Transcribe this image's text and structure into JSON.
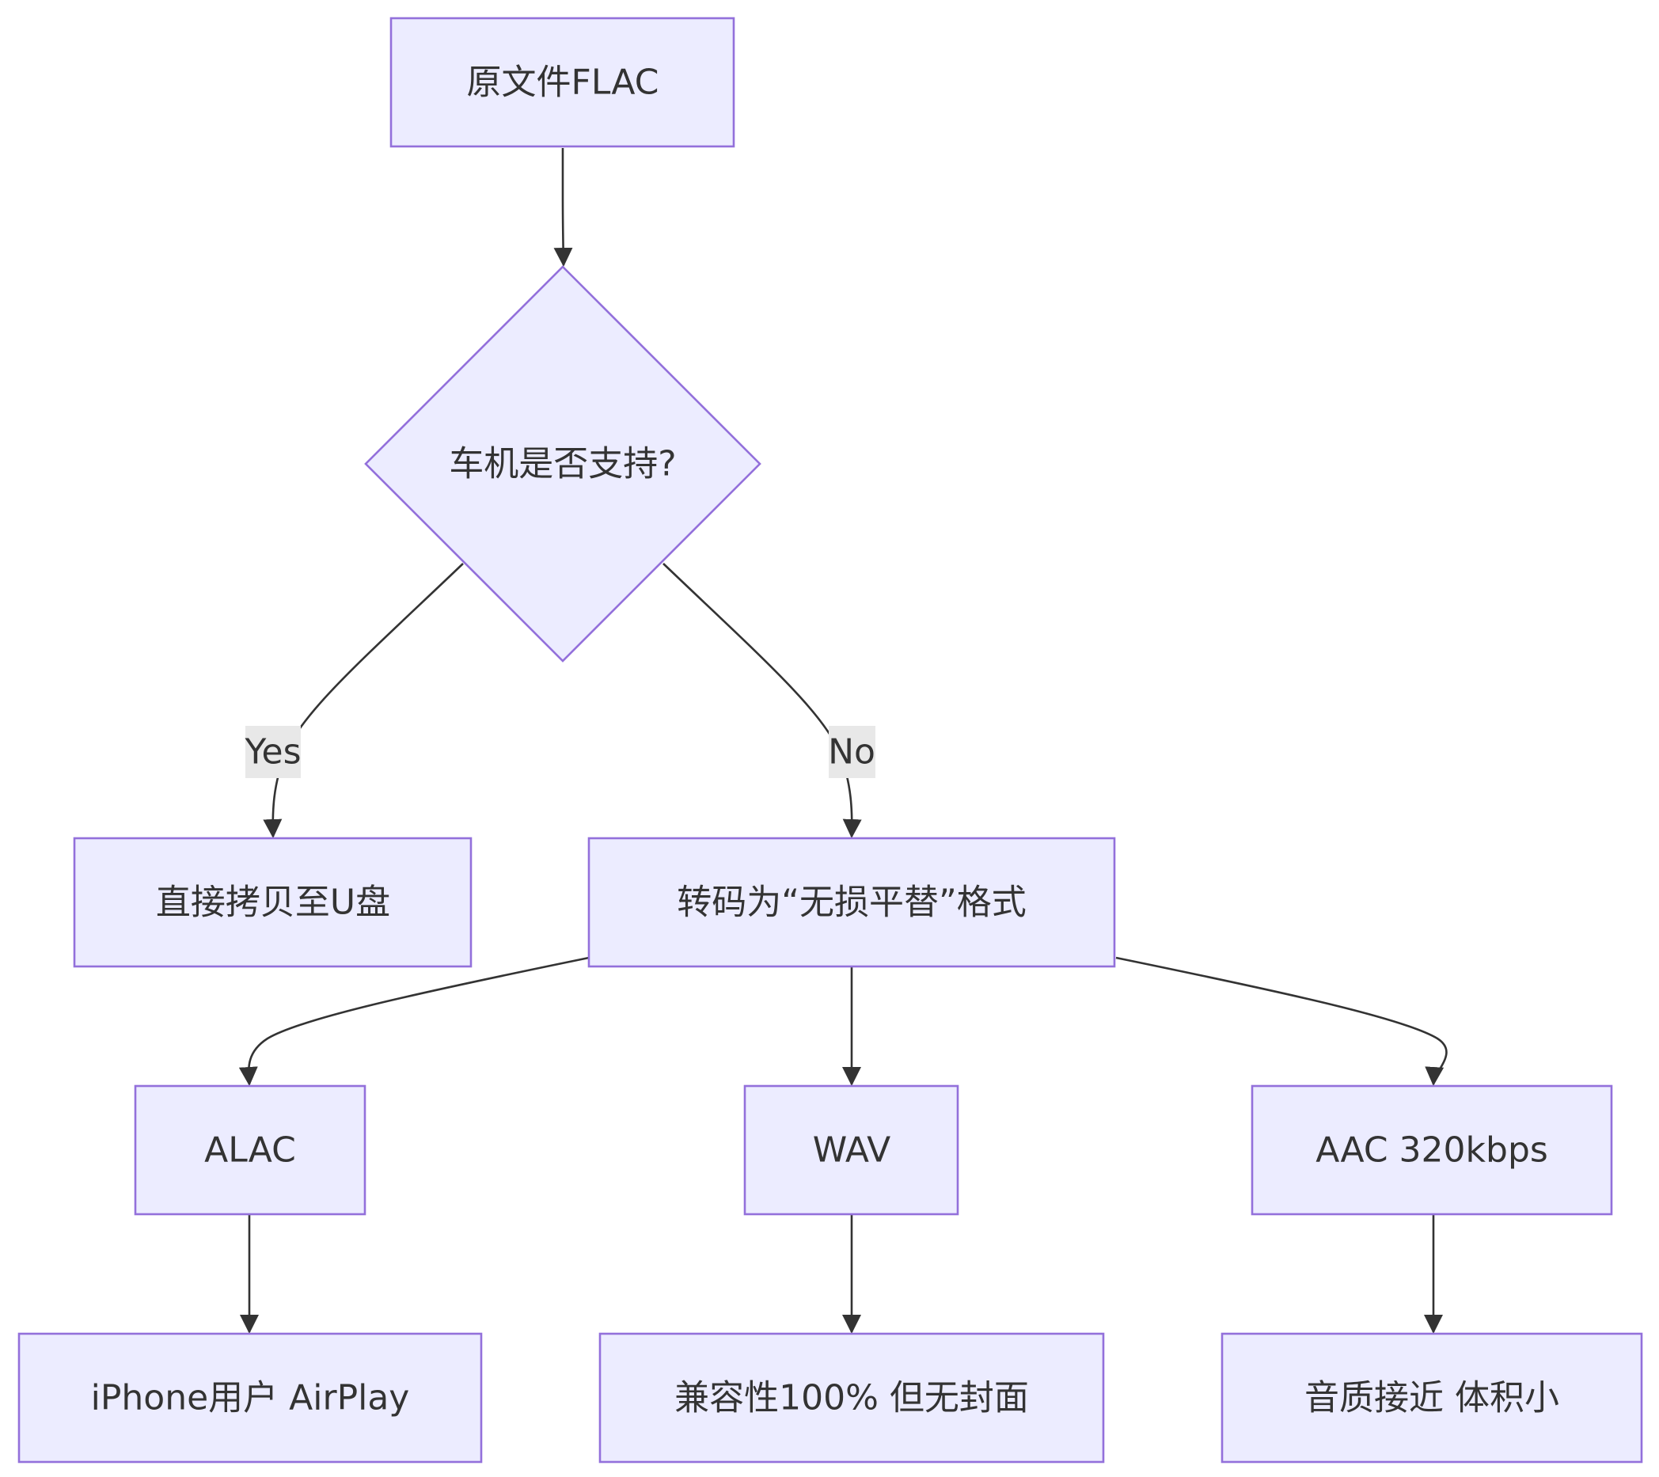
{
  "diagram": {
    "nodes": {
      "source": "原文件FLAC",
      "decision": "车机是否支持?",
      "copy": "直接拷贝至U盘",
      "transcode": "转码为“无损平替”格式",
      "alac": "ALAC",
      "wav": "WAV",
      "aac": "AAC 320kbps",
      "alac_note": "iPhone用户 AirPlay",
      "wav_note": "兼容性100% 但无封面",
      "aac_note": "音质接近 体积小"
    },
    "edges": {
      "yes_label": "Yes",
      "no_label": "No"
    },
    "colors": {
      "node_fill": "#ECECFF",
      "node_stroke": "#9370DB",
      "edge": "#333333",
      "label_bg": "#E8E8E8"
    }
  }
}
